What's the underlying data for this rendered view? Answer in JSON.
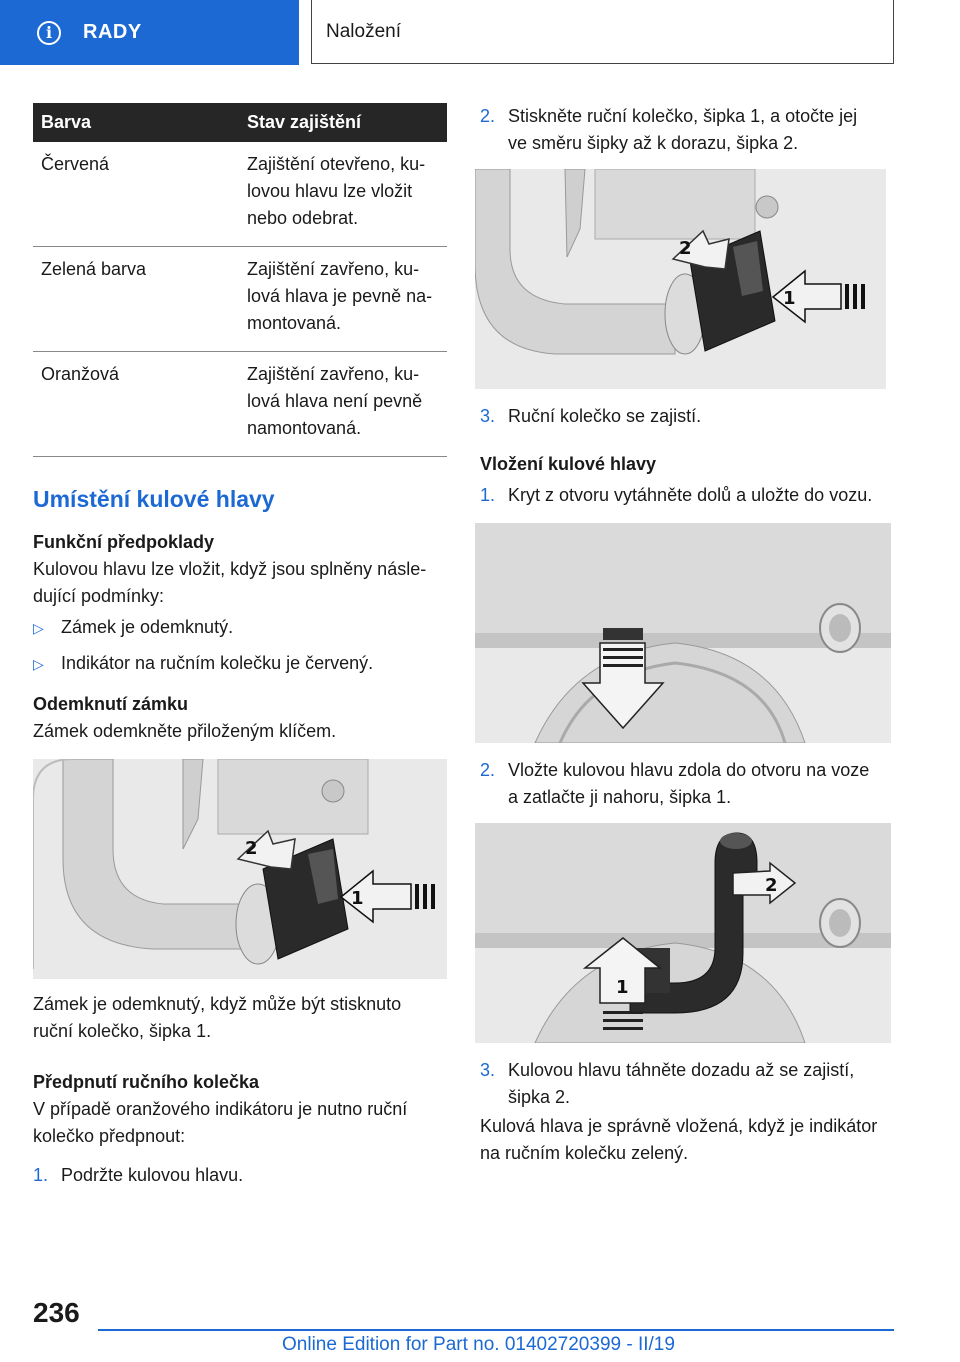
{
  "header": {
    "tab_label": "RADY",
    "section_title": "Naložení"
  },
  "table": {
    "headers": [
      "Barva",
      "Stav zajištění"
    ],
    "rows": [
      [
        "Červená",
        "Zajištění otevřeno, ku-\nlovou hlavu lze vložit\nnebo odebrat."
      ],
      [
        "Zelená barva",
        "Zajištění zavřeno, ku-\nlová hlava je pevně na-\nmontovaná."
      ],
      [
        "Oranžová",
        "Zajištění zavřeno, ku-\nlová hlava není pevně\nnamontovaná."
      ]
    ]
  },
  "left": {
    "section_title": "Umístění kulové hlavy",
    "prereq_head": "Funkční předpoklady",
    "prereq_text": "Kulovou hlavu lze vložit, když jsou splněny násle-\ndující podmínky:",
    "bullets": [
      "Zámek je odemknutý.",
      "Indikátor na ručním kolečku je červený."
    ],
    "unlock_head": "Odemknutí zámku",
    "unlock_text": "Zámek odemkněte přiloženým klíčem.",
    "fig_caption": "Zámek je odemknutý, když může být stisknuto\nruční kolečko, šipka 1.",
    "pretension_head": "Předpnutí ručního kolečka",
    "pretension_text": "V případě oranžového indikátoru je nutno ruční\nkolečko předpnout:",
    "step1_num": "1.",
    "step1_text": "Podržte kulovou hlavu."
  },
  "right": {
    "step2_num": "2.",
    "step2_text": "Stiskněte ruční kolečko, šipka 1, a otočte jej\nve směru šipky až k dorazu, šipka 2.",
    "step3_num": "3.",
    "step3_text": "Ruční kolečko se zajistí.",
    "insert_head": "Vložení kulové hlavy",
    "ins1_num": "1.",
    "ins1_text": "Kryt z otvoru vytáhněte dolů a uložte do vozu.",
    "ins2_num": "2.",
    "ins2_text": "Vložte kulovou hlavu zdola do otvoru na voze\na zatlačte ji nahoru, šipka 1.",
    "ins3_num": "3.",
    "ins3_text": "Kulovou hlavu táhněte dozadu až se zajistí,\nšipka 2.",
    "final_text": "Kulová hlava je správně vložená, když je indikátor\nna ručním kolečku zelený."
  },
  "figure_labels": {
    "arrow1": "1",
    "arrow2": "2"
  },
  "footer": {
    "page_number": "236",
    "edition": "Online Edition for Part no. 01402720399 - II/19"
  },
  "colors": {
    "accent": "#1c69d4",
    "table_header": "#262626"
  }
}
